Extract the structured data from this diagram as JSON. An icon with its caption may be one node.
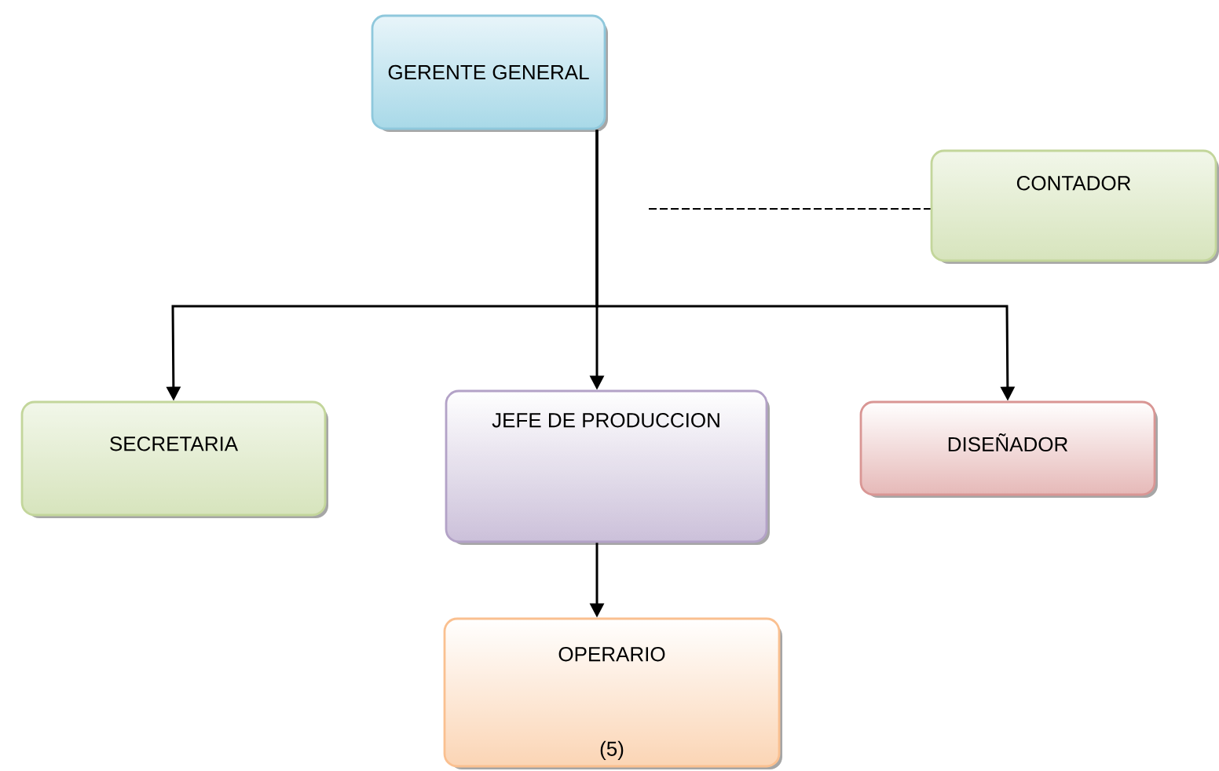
{
  "diagram": {
    "nodes": [
      {
        "text": [
          "GERENTE GENERAL"
        ]
      },
      {
        "text": [
          "CONTADOR"
        ]
      },
      {
        "text": [
          "SECRETARIA"
        ]
      },
      {
        "text": [
          "JEFE DE PRODUCCION"
        ]
      },
      {
        "text": [
          "DISEÑADOR"
        ]
      },
      {
        "text": [
          "OPERARIO",
          "(5)"
        ]
      }
    ],
    "edges": [
      {
        "from": 0,
        "to": 2,
        "arrow": "to"
      },
      {
        "from": 0,
        "to": 3,
        "arrow": "to"
      },
      {
        "from": 0,
        "to": 4,
        "arrow": "to"
      },
      {
        "from": null,
        "to": 1,
        "arrow": "none",
        "style": "dashed"
      },
      {
        "from": 3,
        "to": 5,
        "arrow": "to"
      }
    ]
  }
}
